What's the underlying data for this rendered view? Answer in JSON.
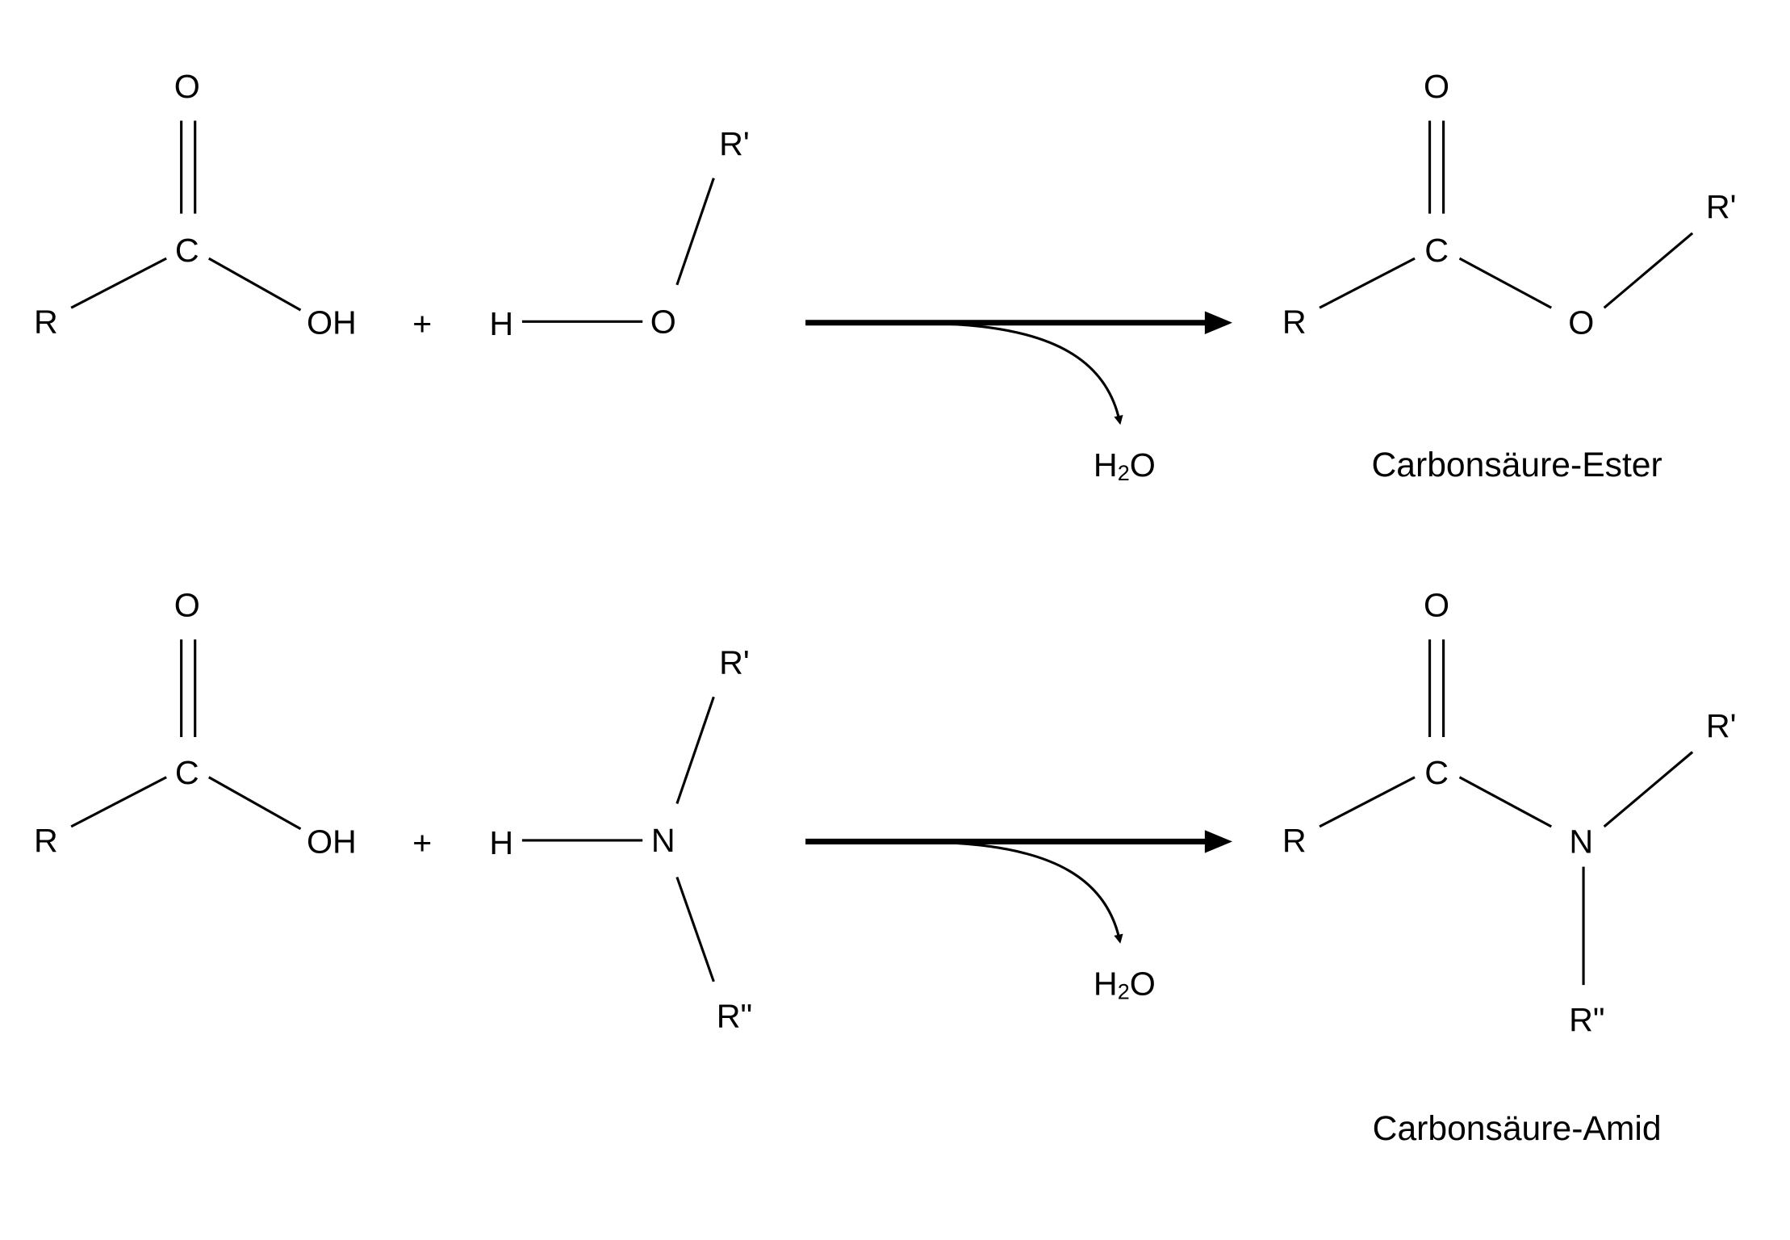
{
  "reactions": [
    {
      "acid": {
        "R": "R",
        "C": "C",
        "O": "O",
        "OH": "OH"
      },
      "plus": "+",
      "reagent": {
        "H": "H",
        "X": "O",
        "R1": "R'"
      },
      "byproduct": {
        "H": "H",
        "sub": "2",
        "O": "O"
      },
      "product": {
        "R": "R",
        "C": "C",
        "O": "O",
        "X": "O",
        "R1": "R'"
      },
      "product_name": "Carbonsäure-Ester"
    },
    {
      "acid": {
        "R": "R",
        "C": "C",
        "O": "O",
        "OH": "OH"
      },
      "plus": "+",
      "reagent": {
        "H": "H",
        "X": "N",
        "R1": "R'",
        "R2": "R\""
      },
      "byproduct": {
        "H": "H",
        "sub": "2",
        "O": "O"
      },
      "product": {
        "R": "R",
        "C": "C",
        "O": "O",
        "X": "N",
        "R1": "R'",
        "R2": "R\""
      },
      "product_name": "Carbonsäure-Amid"
    }
  ]
}
